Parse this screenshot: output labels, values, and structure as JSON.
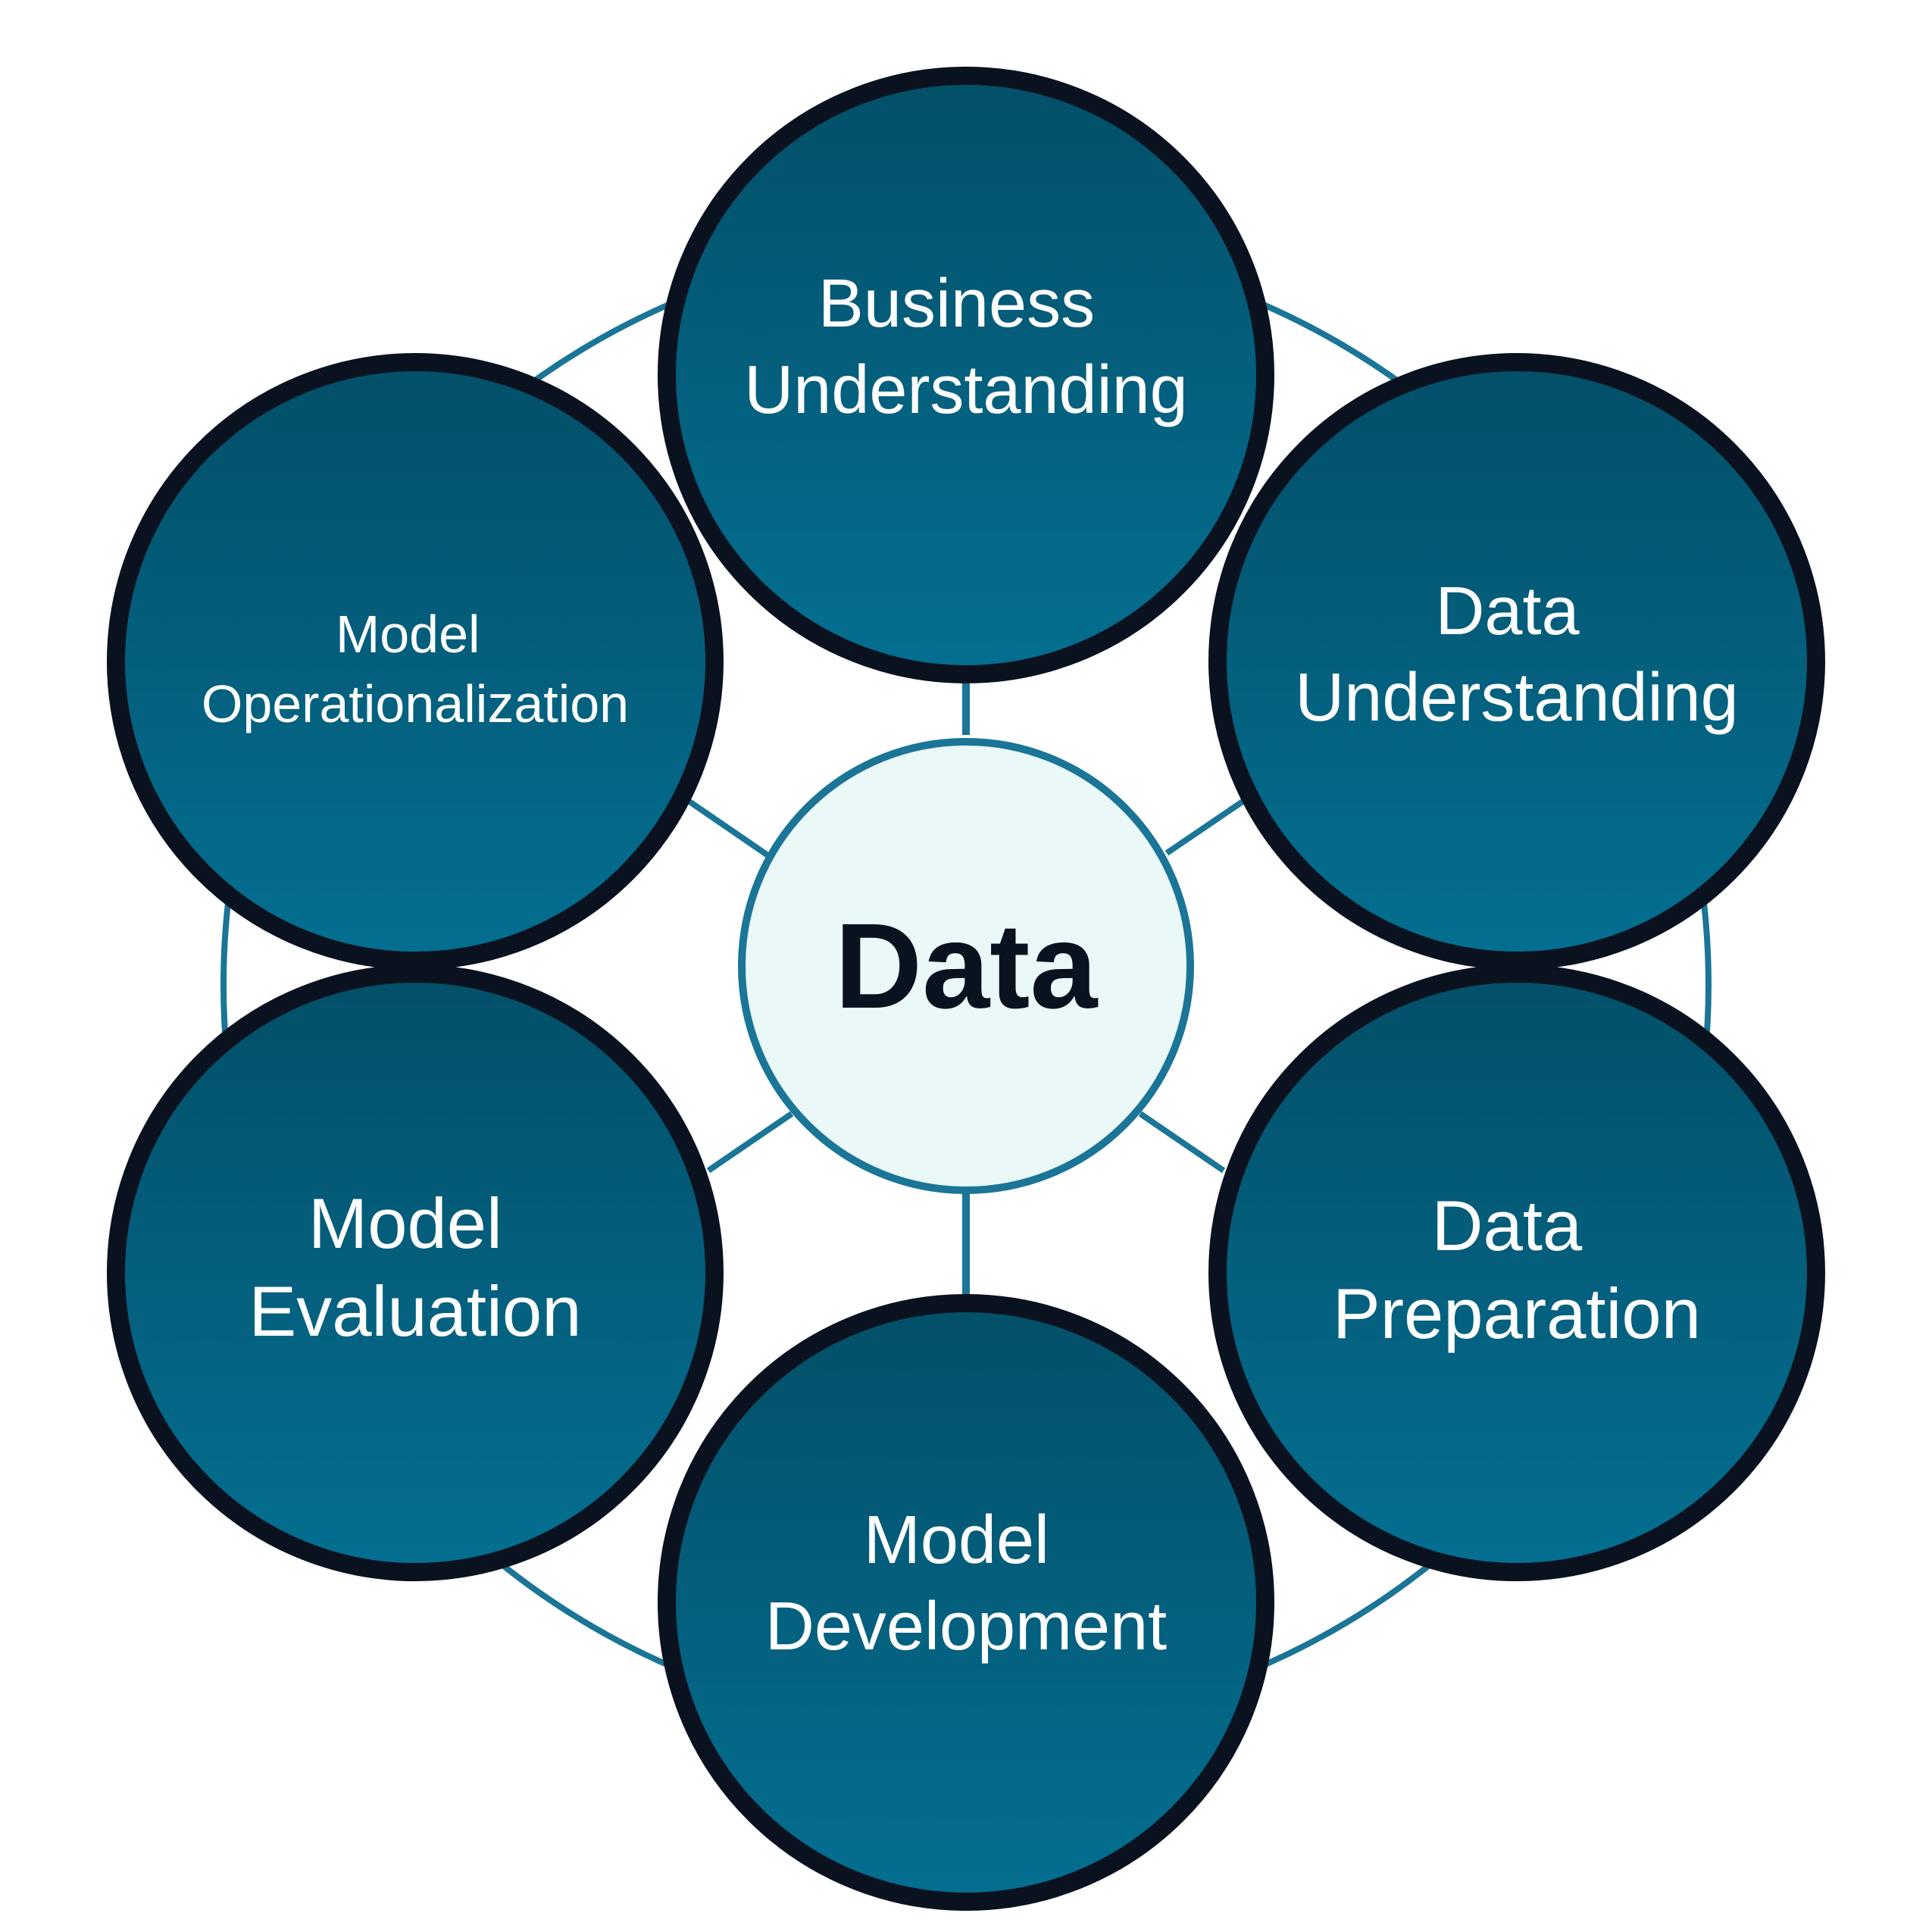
{
  "diagram": {
    "center": {
      "label": "Data"
    },
    "nodes": [
      {
        "id": "business-understanding",
        "lines": [
          "Business",
          "Understanding"
        ]
      },
      {
        "id": "data-understanding",
        "lines": [
          "Data",
          "Understanding"
        ]
      },
      {
        "id": "data-preparation",
        "lines": [
          "Data",
          "Preparation"
        ]
      },
      {
        "id": "model-development",
        "lines": [
          "Model",
          "Development"
        ]
      },
      {
        "id": "model-evaluation",
        "lines": [
          "Model",
          "Evaluation"
        ]
      },
      {
        "id": "model-operationalization",
        "lines": [
          "Model",
          "Operationalization"
        ]
      }
    ]
  },
  "colors": {
    "ring": "#1b7596",
    "connector": "#1b7596",
    "node_fill_top": "#034f68",
    "node_fill_bottom": "#046f91",
    "node_border": "#0a1220",
    "node_text": "#ffffff",
    "center_fill": "#eaf8f7",
    "center_border": "#1b7596",
    "center_text": "#0a1220"
  }
}
